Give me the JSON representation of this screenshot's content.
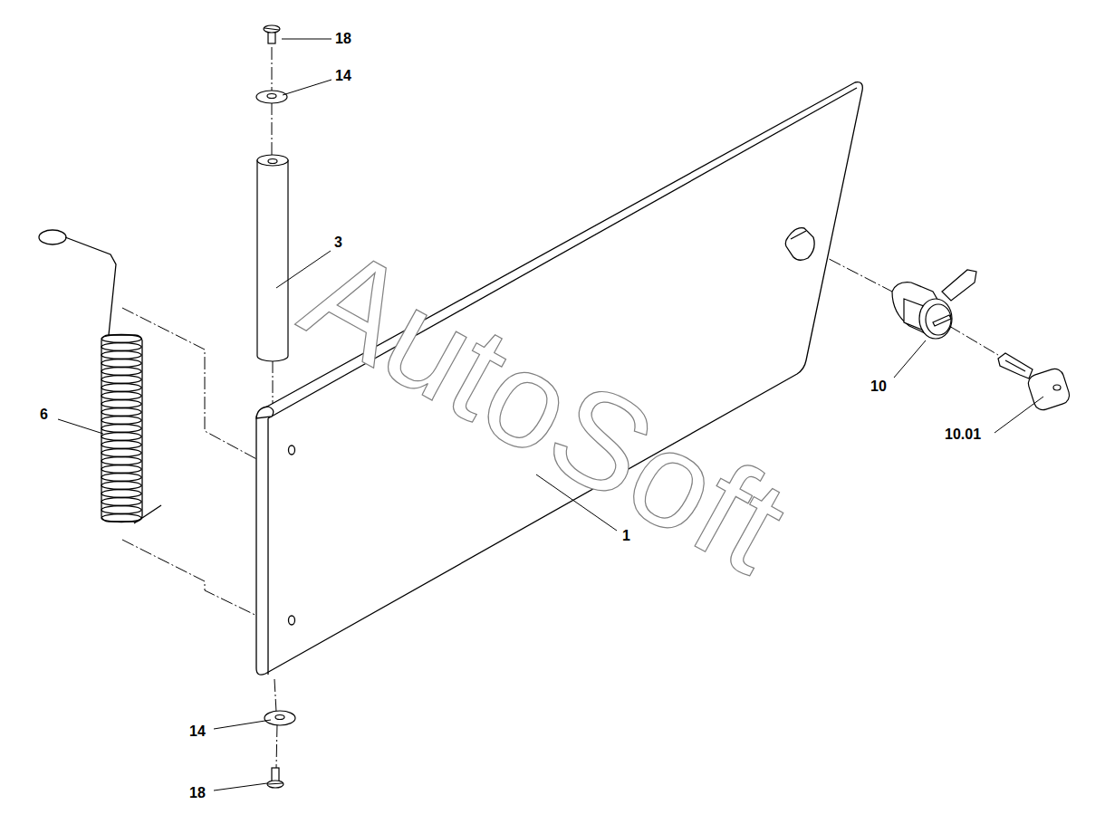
{
  "diagram": {
    "labels": [
      "18",
      "14",
      "3",
      "6",
      "1",
      "10",
      "10.01",
      "14",
      "18",
      "AutoSoft"
    ]
  }
}
